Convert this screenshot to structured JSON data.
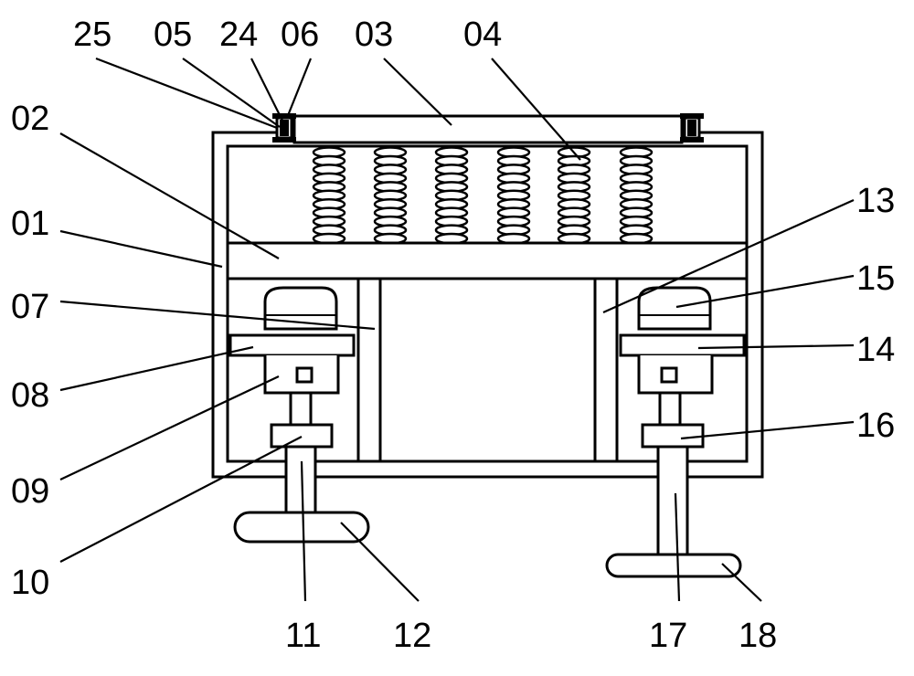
{
  "labels": {
    "l25": "25",
    "l05": "05",
    "l24": "24",
    "l06": "06",
    "l03": "03",
    "l04": "04",
    "l02": "02",
    "l01": "01",
    "l07": "07",
    "l08": "08",
    "l09": "09",
    "l10": "10",
    "l11": "11",
    "l12": "12",
    "l13": "13",
    "l15": "15",
    "l14": "14",
    "l16": "16",
    "l17": "17",
    "l18": "18"
  }
}
